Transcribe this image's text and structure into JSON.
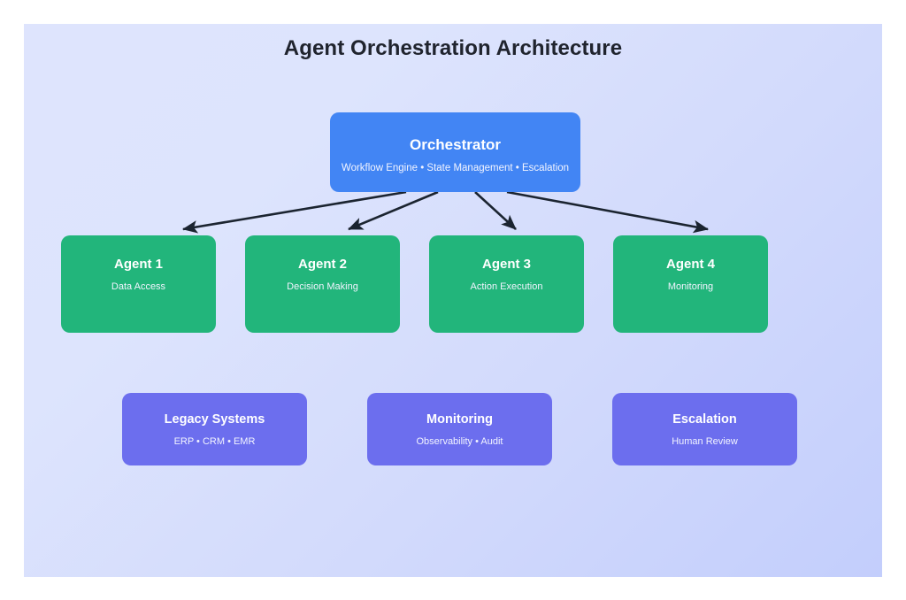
{
  "title": "Agent Orchestration Architecture",
  "palette": {
    "background": "#ffffff",
    "panel_gradient_from": "#dee4fd",
    "panel_gradient_to": "#c3cefc",
    "orchestrator": "#4285f4",
    "agent": "#22b57b",
    "system": "#6c6eee",
    "arrow": "#1b2430",
    "title_text": "#20242e",
    "node_text": "#ffffff"
  },
  "orchestrator": {
    "title": "Orchestrator",
    "subtitle": "Workflow Engine • State Management • Escalation"
  },
  "agents": [
    {
      "title": "Agent 1",
      "subtitle": "Data Access"
    },
    {
      "title": "Agent 2",
      "subtitle": "Decision Making"
    },
    {
      "title": "Agent 3",
      "subtitle": "Action Execution"
    },
    {
      "title": "Agent 4",
      "subtitle": "Monitoring"
    }
  ],
  "systems": [
    {
      "title": "Legacy Systems",
      "subtitle": "ERP • CRM • EMR"
    },
    {
      "title": "Monitoring",
      "subtitle": "Observability • Audit"
    },
    {
      "title": "Escalation",
      "subtitle": "Human Review"
    }
  ],
  "connections": [
    {
      "from": "orchestrator",
      "to": "Agent 1"
    },
    {
      "from": "orchestrator",
      "to": "Agent 2"
    },
    {
      "from": "orchestrator",
      "to": "Agent 3"
    },
    {
      "from": "orchestrator",
      "to": "Agent 4"
    }
  ]
}
